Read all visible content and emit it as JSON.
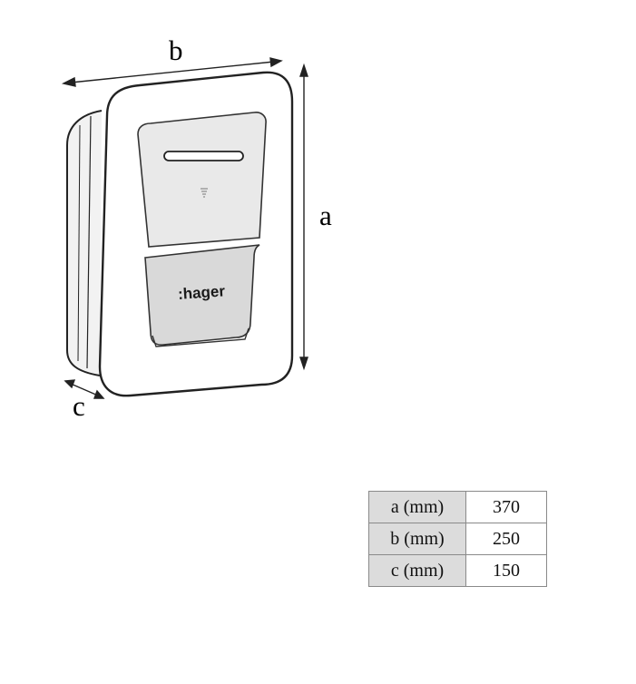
{
  "dimension_labels": {
    "a": "a",
    "b": "b",
    "c": "c"
  },
  "brand_logo": ":hager",
  "spec_table": [
    {
      "label": "a (mm)",
      "value": "370"
    },
    {
      "label": "b (mm)",
      "value": "250"
    },
    {
      "label": "c (mm)",
      "value": "150"
    }
  ]
}
